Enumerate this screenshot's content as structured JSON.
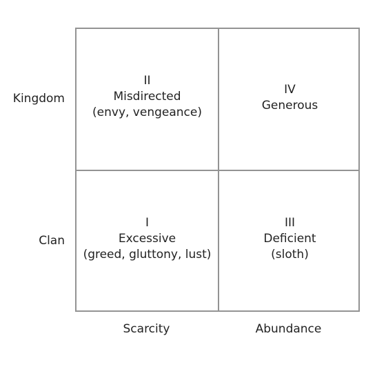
{
  "rows": {
    "top": "Kingdom",
    "bottom": "Clan"
  },
  "columns": {
    "left": "Scarcity",
    "right": "Abundance"
  },
  "quadrants": {
    "top_left": {
      "numeral": "II",
      "name": "Misdirected",
      "examples": "(envy, vengeance)"
    },
    "top_right": {
      "numeral": "IV",
      "name": "Generous"
    },
    "bottom_left": {
      "numeral": "I",
      "name": "Excessive",
      "examples": "(greed, gluttony, lust)"
    },
    "bottom_right": {
      "numeral": "III",
      "name": "Deficient",
      "examples": "(sloth)"
    }
  }
}
